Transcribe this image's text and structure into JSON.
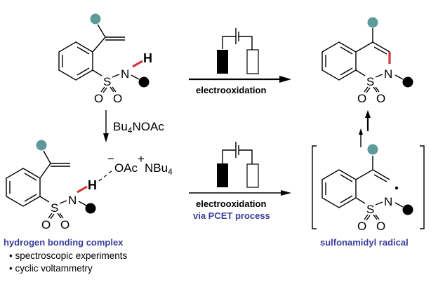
{
  "colors": {
    "substituent_dot": "#5f9a9b",
    "n_substituent_dot": "#000000",
    "highlight_bond": "#d0383a",
    "annotation_blue": "#3b3d99"
  },
  "atoms": {
    "S": "S",
    "N": "N",
    "O": "O",
    "H": "H"
  },
  "reagent": {
    "base": "Bu",
    "base_sub": "4",
    "base_tail": "NOAc"
  },
  "ion_pair": {
    "minus": "−",
    "anion": "OAc",
    "plus": "+",
    "cation": "NBu",
    "cation_sub": "4"
  },
  "arrows": {
    "top": {
      "label": "electrooxidation"
    },
    "bottom": {
      "label": "electrooxidation",
      "sublabel": "via PCET process"
    }
  },
  "captions": {
    "complex": "hydrogen bonding complex",
    "bullets": [
      "• spectroscopic experiments",
      "• cyclic voltammetry"
    ],
    "radical": "sulfonamidyl radical"
  },
  "icons": {
    "electrolysis_cell": "electrochemical-cell-icon",
    "radical_dot": "radical-dot-icon"
  }
}
